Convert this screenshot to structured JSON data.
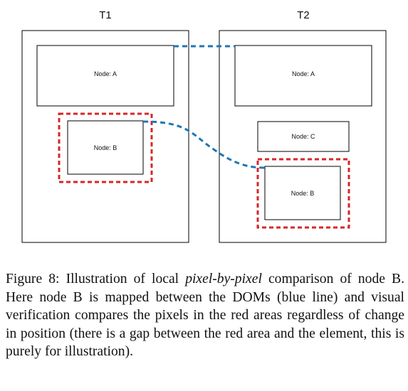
{
  "figure": {
    "panels": [
      {
        "id": "t1",
        "title": "T1"
      },
      {
        "id": "t2",
        "title": "T2"
      }
    ],
    "nodes": {
      "t1_a": "Node: A",
      "t1_b": "Node: B",
      "t2_a": "Node: A",
      "t2_c": "Node: C",
      "t2_b": "Node: B"
    },
    "colors": {
      "mapping_line": "#1f77b4",
      "comparison_area": "#d62728",
      "box_stroke": "#000000"
    }
  },
  "caption": {
    "label": "Figure 8:",
    "text_before": "Illustration of local",
    "emphasis": "pixel-by-pixel",
    "text_after": "comparison of node B. Here node B is mapped between the DOMs (blue line) and visual verification compares the pixels in the red areas regardless of change in position (there is a gap between the red area and the element, this is purely for illustration)."
  }
}
